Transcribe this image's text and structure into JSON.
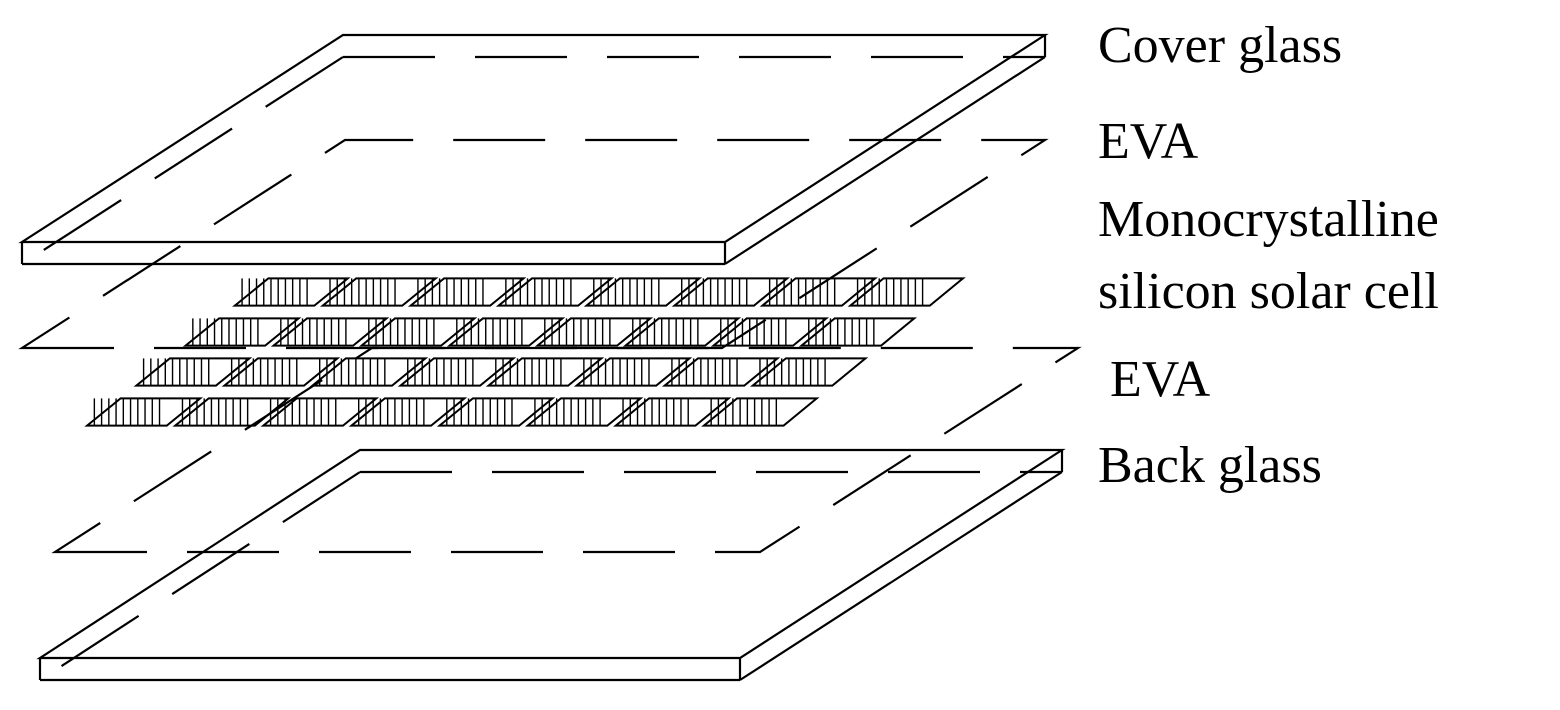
{
  "diagram": {
    "layers": [
      {
        "id": "cover-glass",
        "label": "Cover glass"
      },
      {
        "id": "eva-top",
        "label": "EVA"
      },
      {
        "id": "solar-cell",
        "label_lines": [
          "Monocrystalline",
          "silicon solar cell"
        ]
      },
      {
        "id": "eva-bottom",
        "label": "EVA"
      },
      {
        "id": "back-glass",
        "label": "Back glass"
      }
    ],
    "cell_grid": {
      "rows": 4,
      "columns": 8
    },
    "colors": {
      "stroke": "#000000",
      "background": "#ffffff"
    }
  }
}
